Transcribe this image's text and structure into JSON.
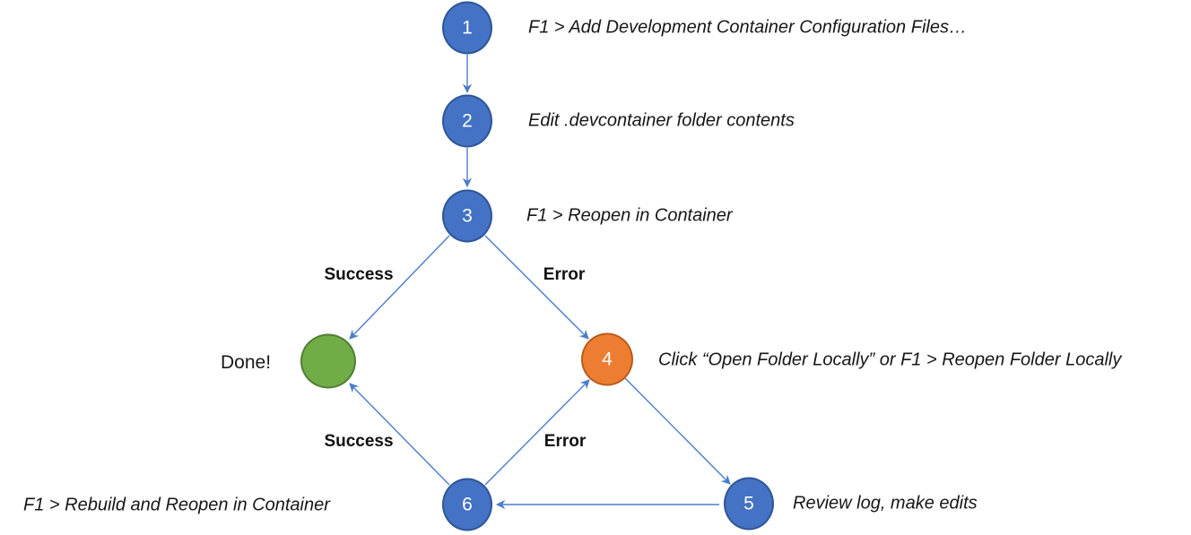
{
  "diagram": {
    "description": "Dev container workflow flowchart",
    "nodes": [
      {
        "number": "1",
        "caption": "F1 > Add Development Container Configuration Files…",
        "color": "blue"
      },
      {
        "number": "2",
        "caption": "Edit .devcontainer folder contents",
        "color": "blue"
      },
      {
        "number": "3",
        "caption": "F1 > Reopen in Container",
        "color": "blue"
      },
      {
        "number": "4",
        "caption": "Click “Open Folder Locally” or F1 > Reopen Folder Locally",
        "color": "orange"
      },
      {
        "number": "5",
        "caption": "Review log, make edits",
        "color": "blue"
      },
      {
        "number": "6",
        "caption": "F1 > Rebuild and Reopen in Container",
        "color": "blue"
      },
      {
        "number": "",
        "caption": "Done!",
        "color": "green"
      }
    ],
    "edges": [
      {
        "from": "1",
        "to": "2",
        "label": ""
      },
      {
        "from": "2",
        "to": "3",
        "label": ""
      },
      {
        "from": "3",
        "to": "done",
        "label": "Success"
      },
      {
        "from": "3",
        "to": "4",
        "label": "Error"
      },
      {
        "from": "4",
        "to": "5",
        "label": ""
      },
      {
        "from": "5",
        "to": "6",
        "label": ""
      },
      {
        "from": "6",
        "to": "done",
        "label": "Success"
      },
      {
        "from": "6",
        "to": "4",
        "label": "Error"
      }
    ],
    "colors": {
      "blue_fill": "#4472c4",
      "blue_border": "#2f5597",
      "orange_fill": "#ed7d31",
      "orange_border": "#b85c1a",
      "green_fill": "#70ad47",
      "green_border": "#507e32",
      "connector": "#4a7cce",
      "text": "#171717"
    }
  }
}
